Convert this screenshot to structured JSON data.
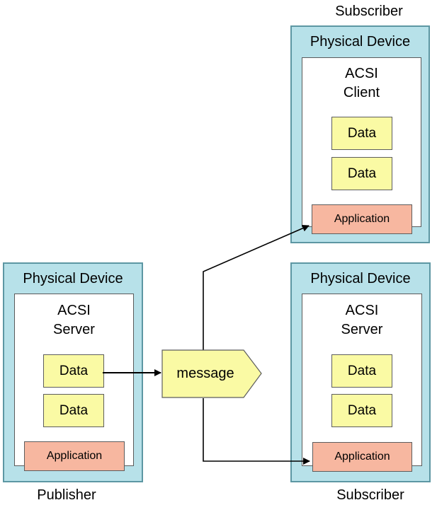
{
  "publisher": {
    "caption": "Publisher",
    "device_title": "Physical Device",
    "acsi": [
      "ACSI",
      "Server"
    ],
    "data_items": [
      "Data",
      "Data"
    ],
    "application": "Application"
  },
  "subscriber_top": {
    "caption": "Subscriber",
    "device_title": "Physical Device",
    "acsi": [
      "ACSI",
      "Client"
    ],
    "data_items": [
      "Data",
      "Data"
    ],
    "application": "Application"
  },
  "subscriber_bottom": {
    "caption": "Subscriber",
    "device_title": "Physical Device",
    "acsi": [
      "ACSI",
      "Server"
    ],
    "data_items": [
      "Data",
      "Data"
    ],
    "application": "Application"
  },
  "message": {
    "label": "message"
  },
  "colors": {
    "device_fill": "#b7e1e9",
    "device_border": "#5d97a3",
    "data_fill": "#fafaa4",
    "application_fill": "#f7b7a0",
    "message_fill": "#fafaa4",
    "line": "#000000"
  }
}
